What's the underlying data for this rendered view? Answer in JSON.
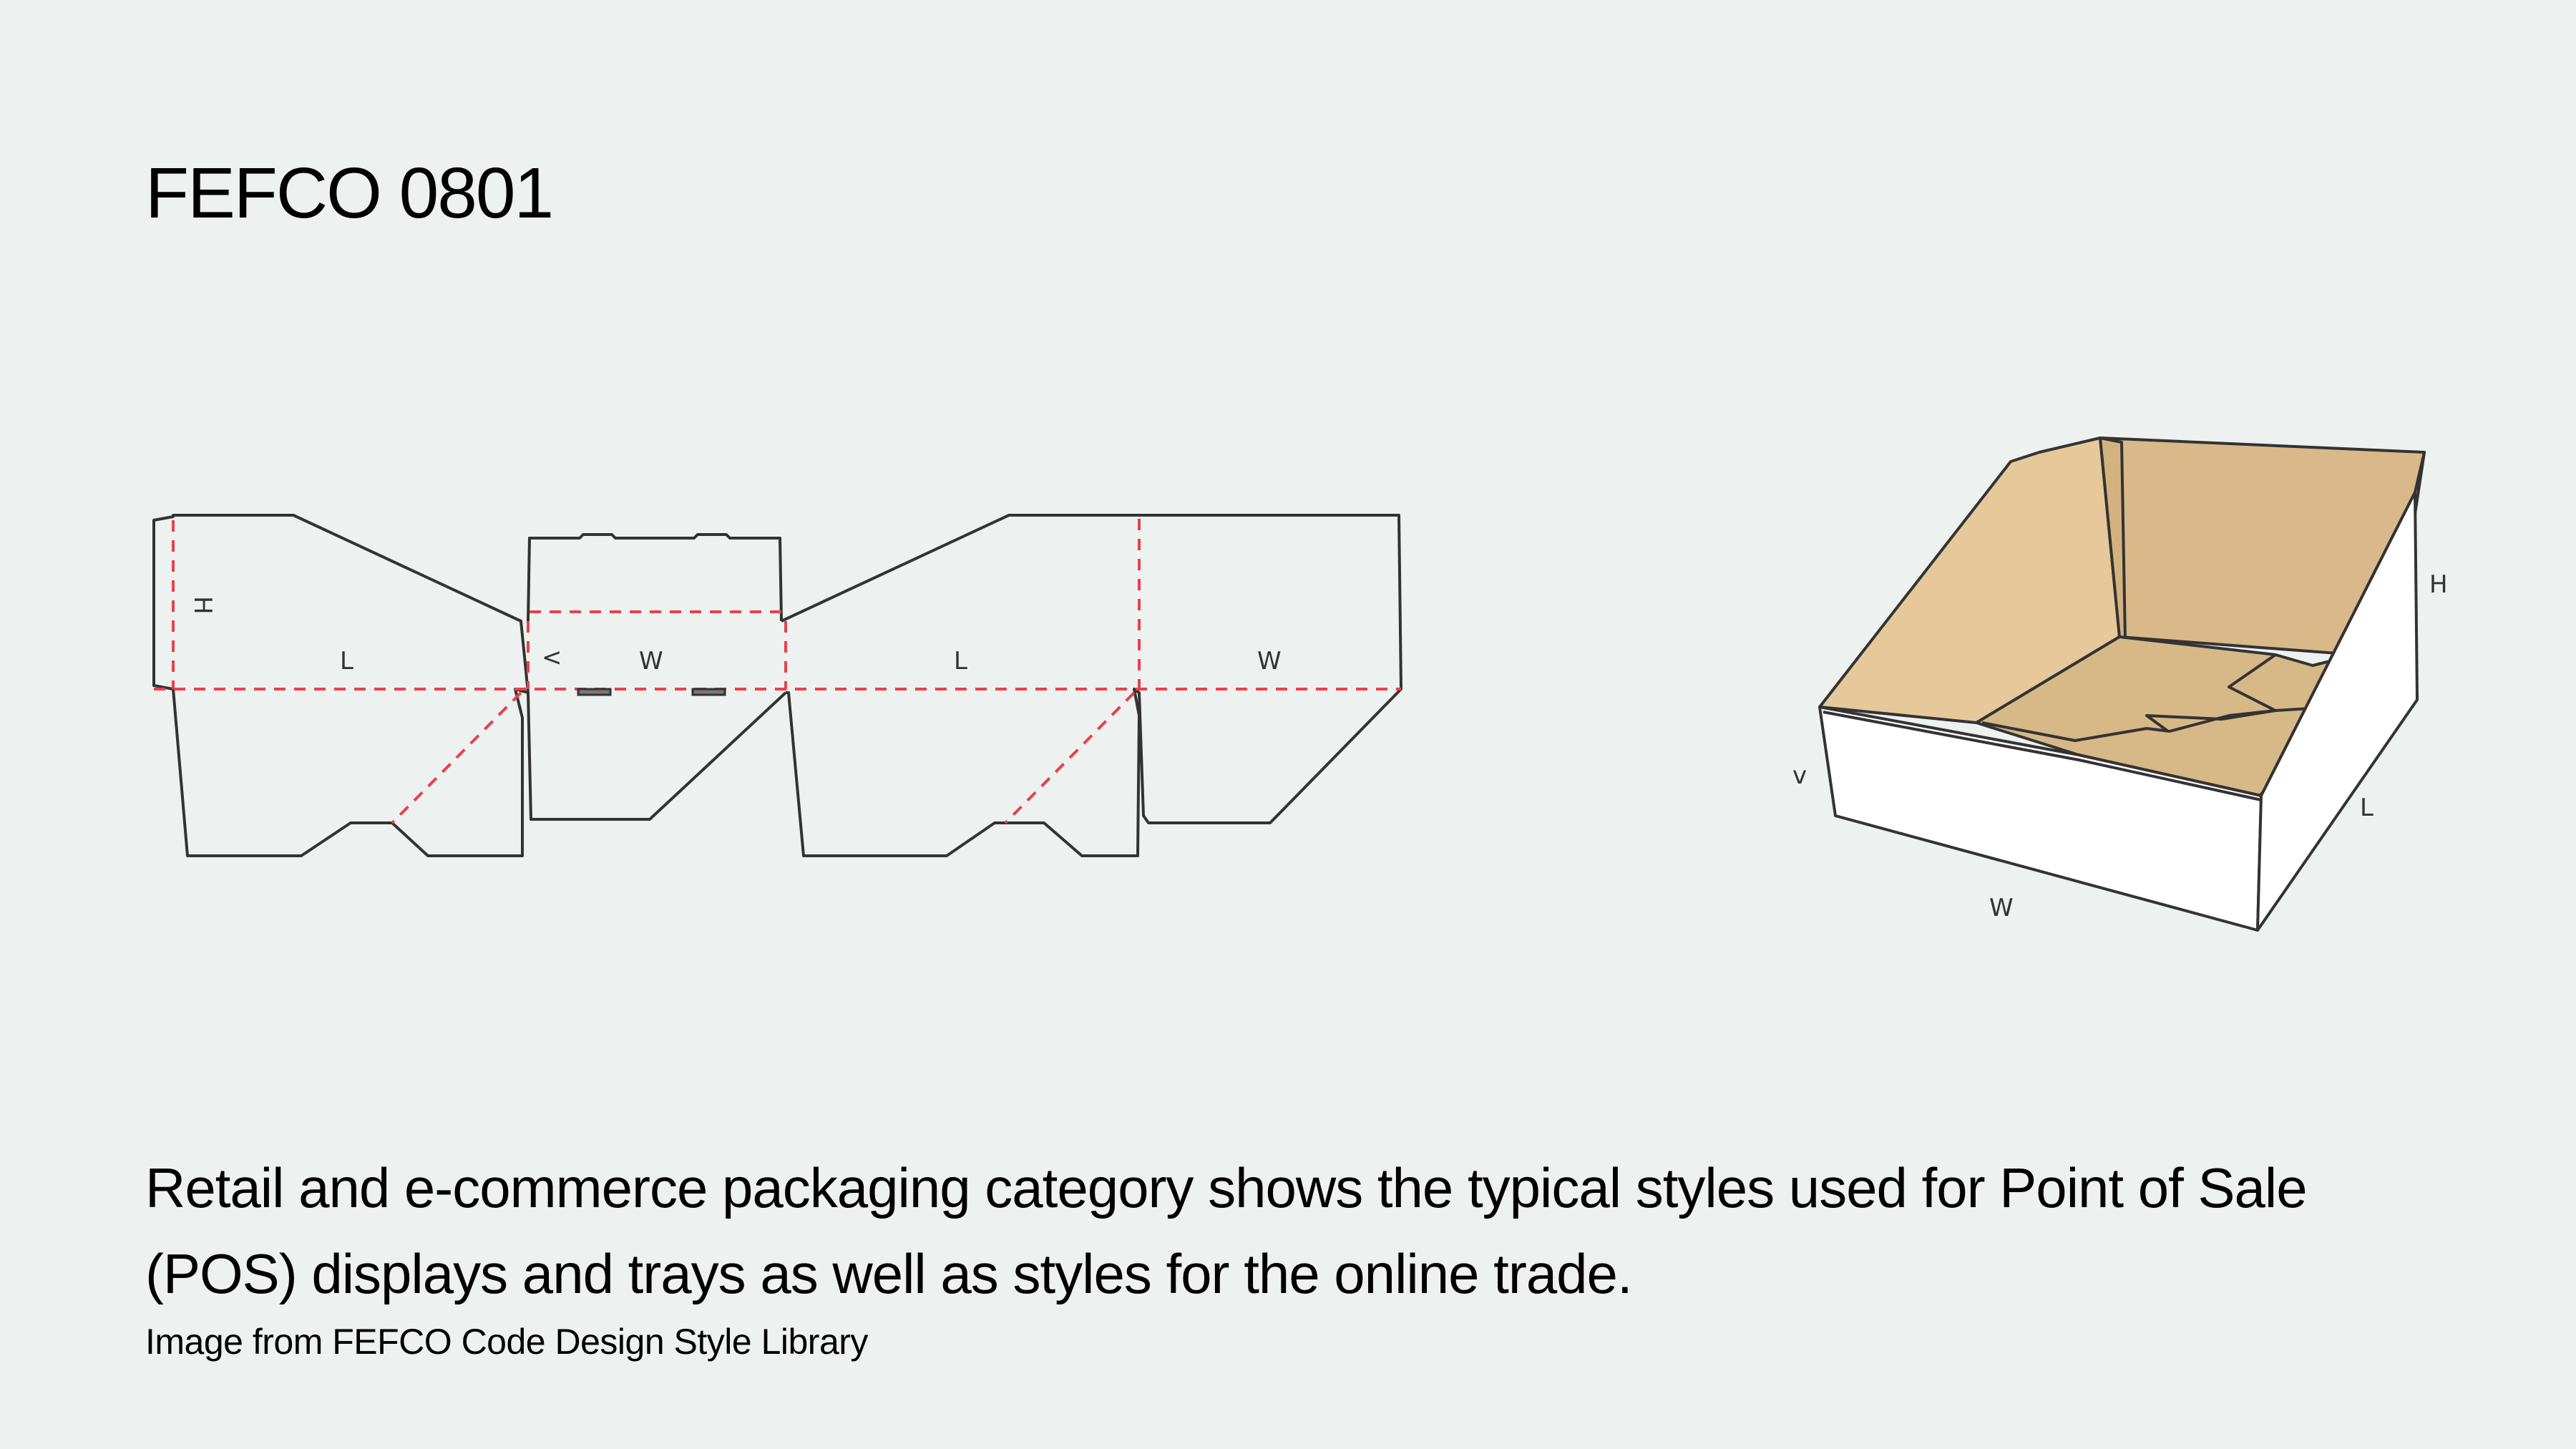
{
  "title": "FEFCO 0801",
  "dieline": {
    "labels": {
      "height_left": "H",
      "length_1": "L",
      "width_small": "W",
      "length_2": "L",
      "width_2": "W",
      "small_mark": "<"
    }
  },
  "box_3d": {
    "labels": {
      "height": "H",
      "length": "L",
      "width": "W",
      "small_mark": "v"
    }
  },
  "description": "Retail and e-commerce packaging category shows the typical styles used for Point of Sale (POS) displays and trays as well as styles for the online trade.",
  "caption": "Image from FEFCO Code Design Style Library",
  "colors": {
    "background": "#EDF1F0",
    "cut_line": "#333333",
    "crease_line": "#E8414A",
    "cardboard_inner": "#D9B98A",
    "cardboard_light": "#E6C89A",
    "box_outer": "#FFFFFF"
  }
}
